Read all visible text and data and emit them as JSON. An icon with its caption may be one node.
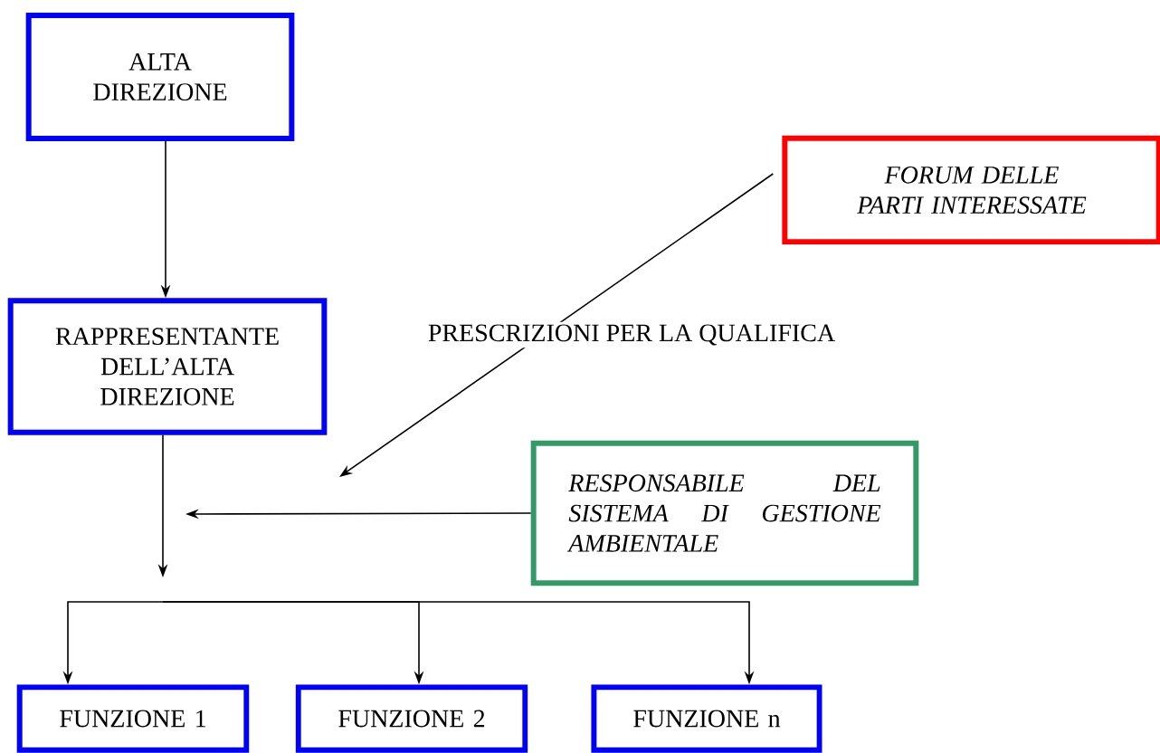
{
  "diagram": {
    "nodes": [
      {
        "text": [
          "ALTA DIREZIONE"
        ]
      },
      {
        "text": [
          "FORUM DELLE PARTI INTERESSATE"
        ]
      },
      {
        "text": [
          "RAPPRESENTANTE DELL’ALTA DIREZIONE"
        ]
      },
      {
        "text": [
          "RESPONSABILE DEL SISTEMA DI GESTIONE AMBIENTALE"
        ]
      },
      {
        "text": [
          "FUNZIONE 1"
        ]
      },
      {
        "text": [
          "FUNZIONE 2"
        ]
      },
      {
        "text": [
          "FUNZIONE n"
        ]
      }
    ],
    "edges": [
      {
        "from": 0,
        "to": 2,
        "arrow": "to"
      },
      {
        "from": 1,
        "to": null,
        "arrow": "to",
        "label": "PRESCRIZIONI PER LA QUALIFICA"
      },
      {
        "from": 3,
        "to": null,
        "arrow": "to"
      },
      {
        "from": 2,
        "to": null,
        "arrow": "to"
      },
      {
        "from": null,
        "to": 4,
        "arrow": "to"
      },
      {
        "from": null,
        "to": 5,
        "arrow": "to"
      },
      {
        "from": null,
        "to": 6,
        "arrow": "to"
      }
    ]
  }
}
